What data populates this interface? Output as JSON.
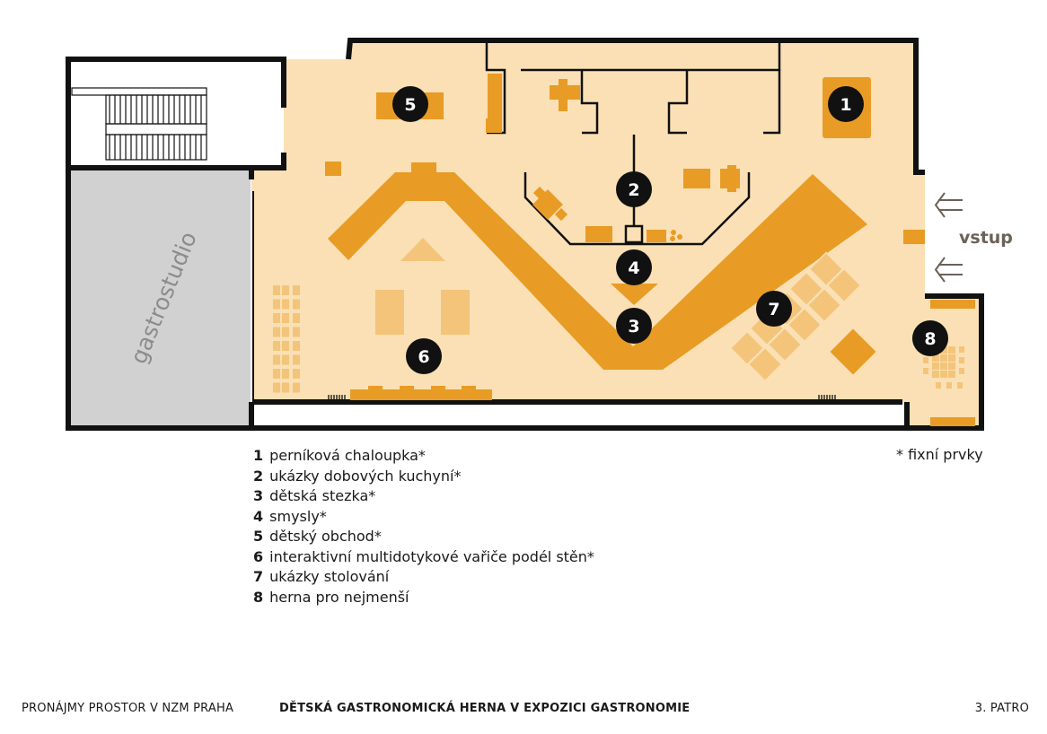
{
  "plan": {
    "studio_label": "gastrostudio",
    "entrance_label": "vstup",
    "markers": [
      {
        "num": "1"
      },
      {
        "num": "2"
      },
      {
        "num": "3"
      },
      {
        "num": "4"
      },
      {
        "num": "5"
      },
      {
        "num": "6"
      },
      {
        "num": "7"
      },
      {
        "num": "8"
      }
    ]
  },
  "legend": [
    {
      "num": "1",
      "label": "perníková chaloupka*"
    },
    {
      "num": "2",
      "label": "ukázky dobových kuchyní*"
    },
    {
      "num": "3",
      "label": "dětská stezka*"
    },
    {
      "num": "4",
      "label": "smysly*"
    },
    {
      "num": "5",
      "label": "dětský obchod*"
    },
    {
      "num": "6",
      "label": "interaktivní multidotykové vařiče podél stěn*"
    },
    {
      "num": "7",
      "label": "ukázky stolování"
    },
    {
      "num": "8",
      "label": "herna pro nejmenší"
    }
  ],
  "note": "* fixní prvky",
  "footer": {
    "left": "PRONÁJMY PROSTOR V NZM PRAHA",
    "center": "DĚTSKÁ GASTRONOMICKÁ HERNA V EXPOZICI GASTRONOMIE",
    "right": "3. PATRO"
  },
  "colors": {
    "floor": "#fae0b4",
    "exhibit": "#e89c25",
    "exhibit_light": "#f3c47a",
    "wall": "#111111",
    "studio": "#d1d1d1",
    "marker": "#111111"
  }
}
